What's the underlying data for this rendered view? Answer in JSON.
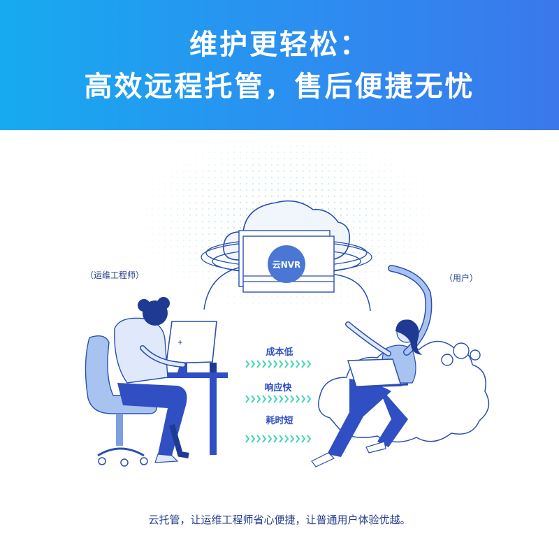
{
  "header": {
    "title_line1": "维护更轻松：",
    "title_line2": "高效远程托管，售后便捷无忧"
  },
  "diagram": {
    "cloud_label": "云NVR",
    "left_role": "（运维工程师）",
    "right_role": "（用户）",
    "benefits": [
      "成本低",
      "响应快",
      "耗时短"
    ]
  },
  "footer": {
    "caption": "云托管，让运维工程师省心便捷，让普通用户体验优越。"
  },
  "colors": {
    "header_start": "#17aaf0",
    "header_end": "#3a78ec",
    "navy": "#1f3a93",
    "royal_blue": "#2f4fc2",
    "light_blue": "#c9d9f5",
    "arrow_green": "#3fd6b2",
    "badge_blue": "#4a77d6"
  }
}
